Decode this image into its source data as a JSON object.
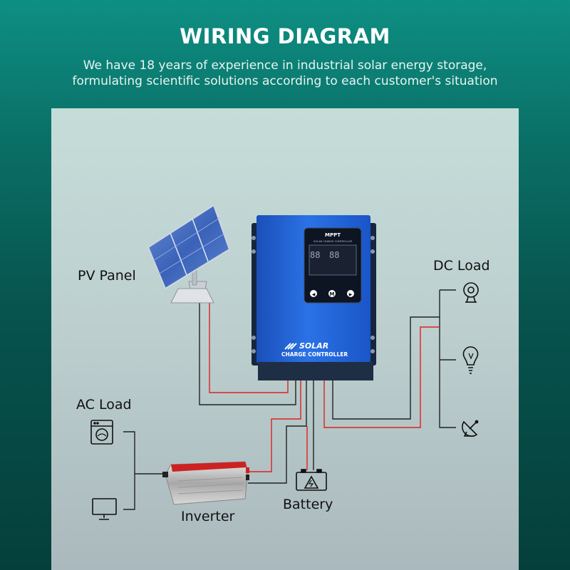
{
  "header": {
    "title": "WIRING DIAGRAM",
    "subtitle_line1": "We have 18 years of experience in industrial solar energy storage,",
    "subtitle_line2": "formulating scientific solutions according to each customer's situation"
  },
  "controller": {
    "screen_title": "MPPT",
    "screen_subtitle": "SOLAR CHARGE CONTROLLER",
    "brand_line1": "SOLAR",
    "brand_line2": "CHARGE CONTROLLER",
    "button_left": "◀",
    "button_mid": "M",
    "button_right": "▶"
  },
  "components": {
    "pv_panel": "PV Panel",
    "dc_load": "DC Load",
    "ac_load": "AC Load",
    "inverter": "Inverter",
    "battery": "Battery"
  },
  "icons": {
    "dc_loads": [
      "webcam-icon",
      "light-bulb-icon",
      "satellite-dish-icon"
    ],
    "ac_loads": [
      "washing-machine-icon",
      "monitor-icon"
    ]
  },
  "colors": {
    "positive_wire": "#e02020",
    "negative_wire": "#222222",
    "controller_blue": "#1e63d8"
  }
}
